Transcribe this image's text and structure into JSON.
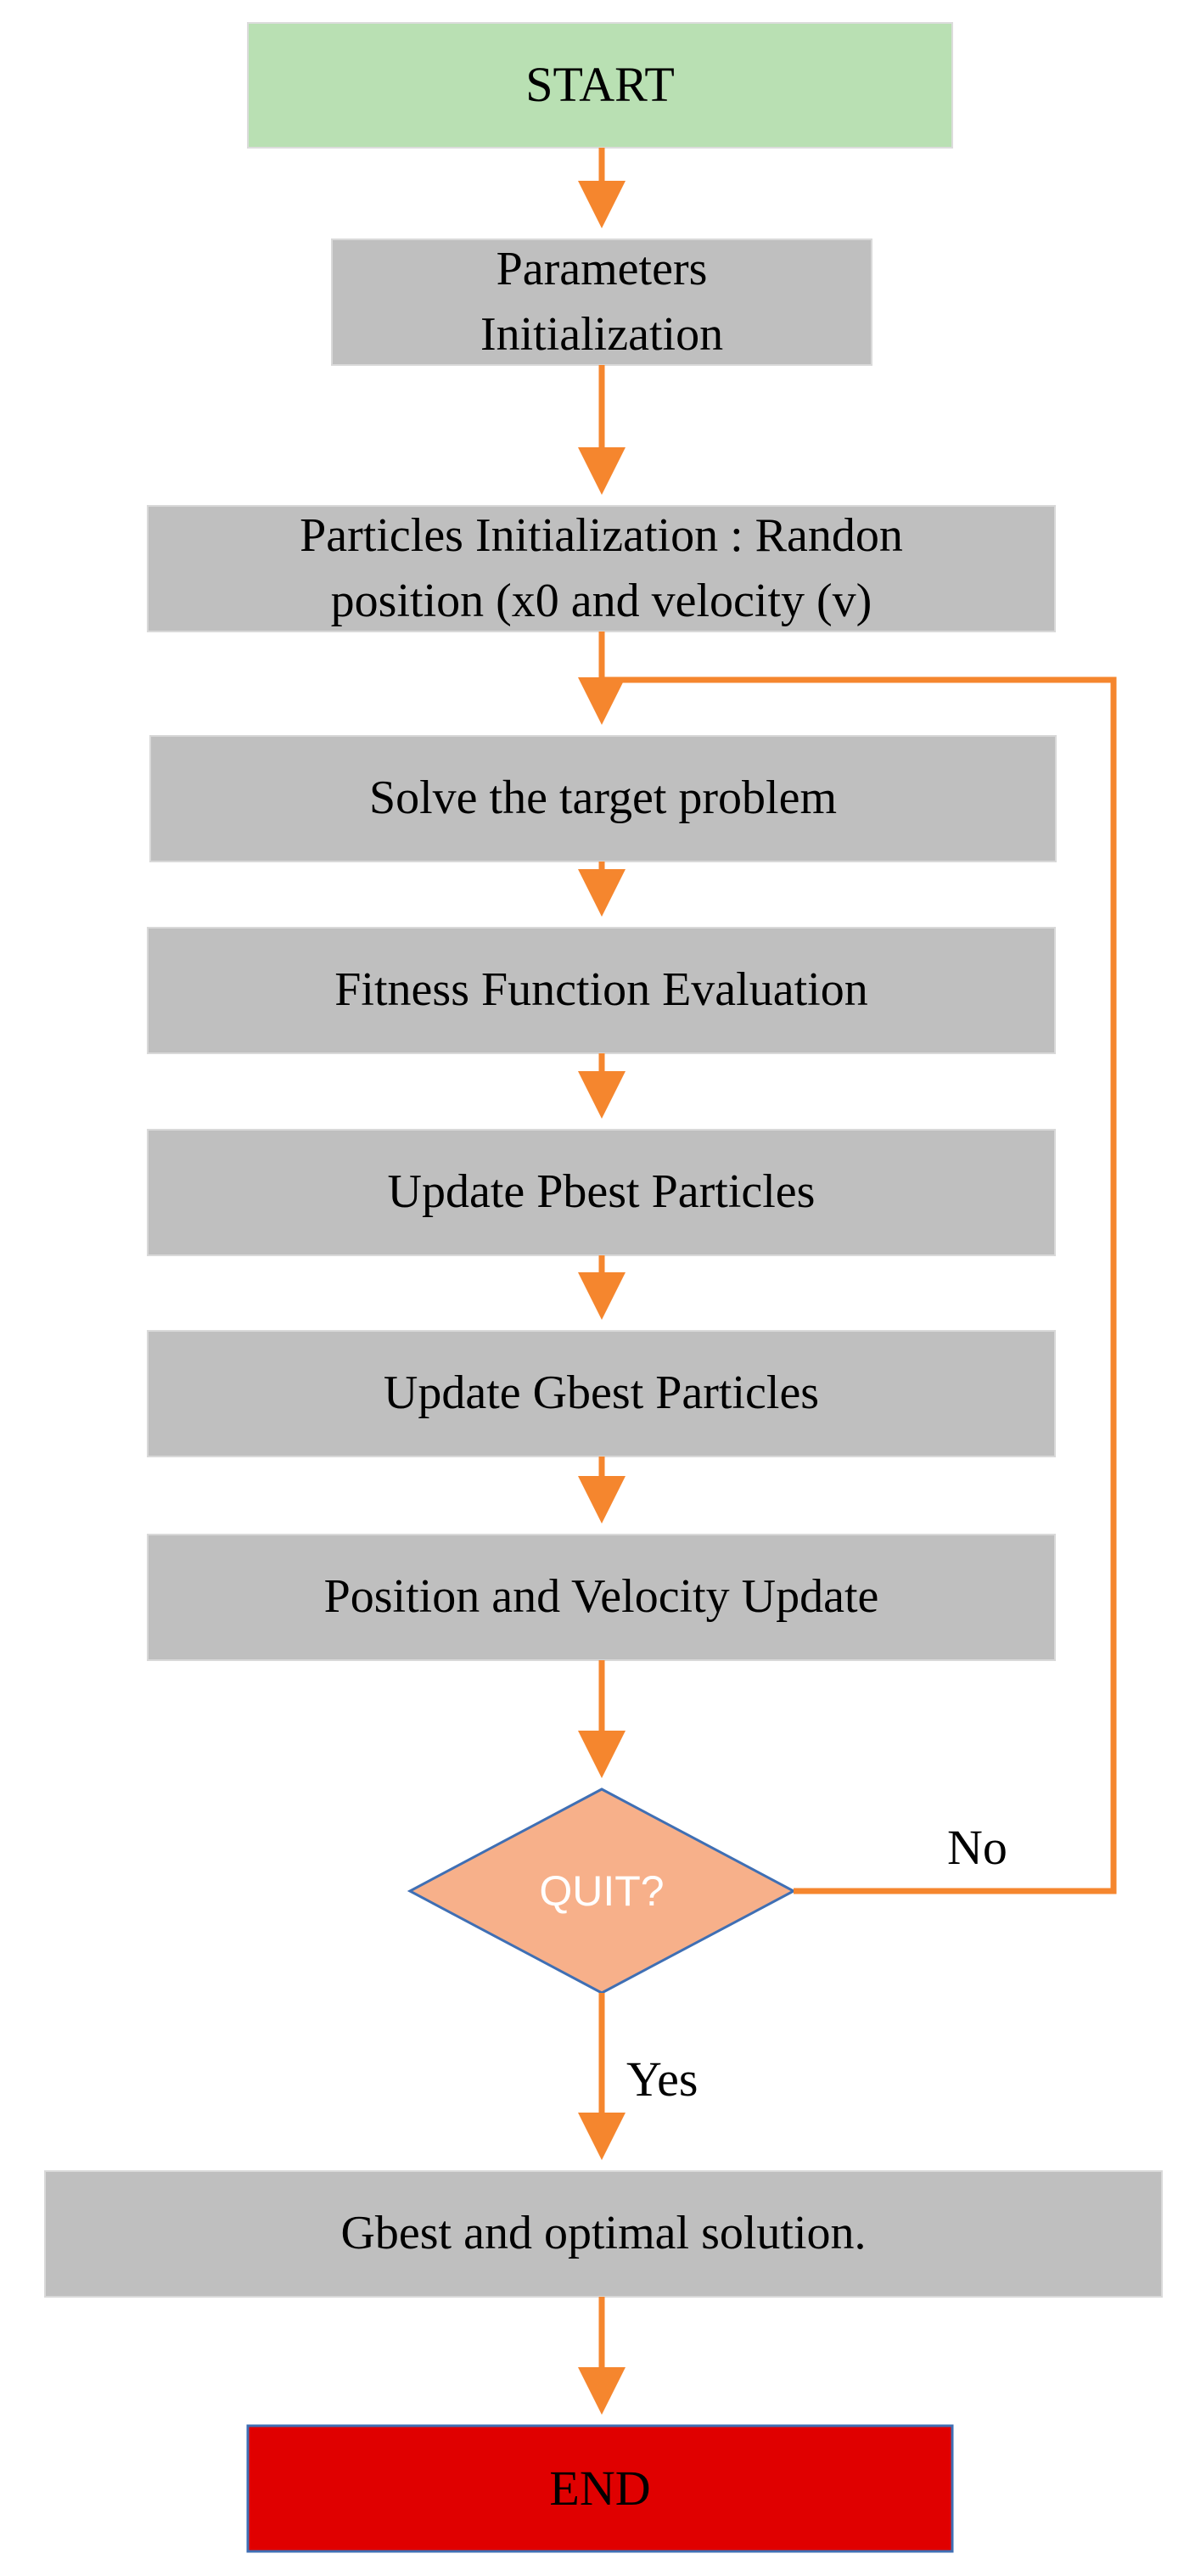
{
  "nodes": {
    "start": {
      "text": "START",
      "color": "#b9e0b3"
    },
    "params": {
      "line1": "Parameters",
      "line2": "Initialization",
      "color": "#bfbfbf"
    },
    "particles": {
      "line1": "Particles Initialization : Randon",
      "line2": "position (x0 and velocity (v)",
      "color": "#bfbfbf"
    },
    "solve": {
      "text": "Solve the target problem",
      "color": "#bfbfbf"
    },
    "fitness": {
      "text": "Fitness Function Evaluation",
      "color": "#bfbfbf"
    },
    "pbest": {
      "text": "Update Pbest Particles",
      "color": "#bfbfbf"
    },
    "gbest": {
      "text": "Update Gbest Particles",
      "color": "#bfbfbf"
    },
    "posvel": {
      "text": "Position and Velocity Update",
      "color": "#bfbfbf"
    },
    "quit": {
      "text": "QUIT?",
      "color": "#f7b08a",
      "border": "#3f6fb4"
    },
    "final": {
      "text": "Gbest and optimal solution.",
      "color": "#bfbfbf"
    },
    "end": {
      "text": "END",
      "color": "#e00000",
      "border": "#3f6fb4"
    }
  },
  "edges": {
    "no_label": "No",
    "yes_label": "Yes",
    "color": "#f5862e"
  }
}
